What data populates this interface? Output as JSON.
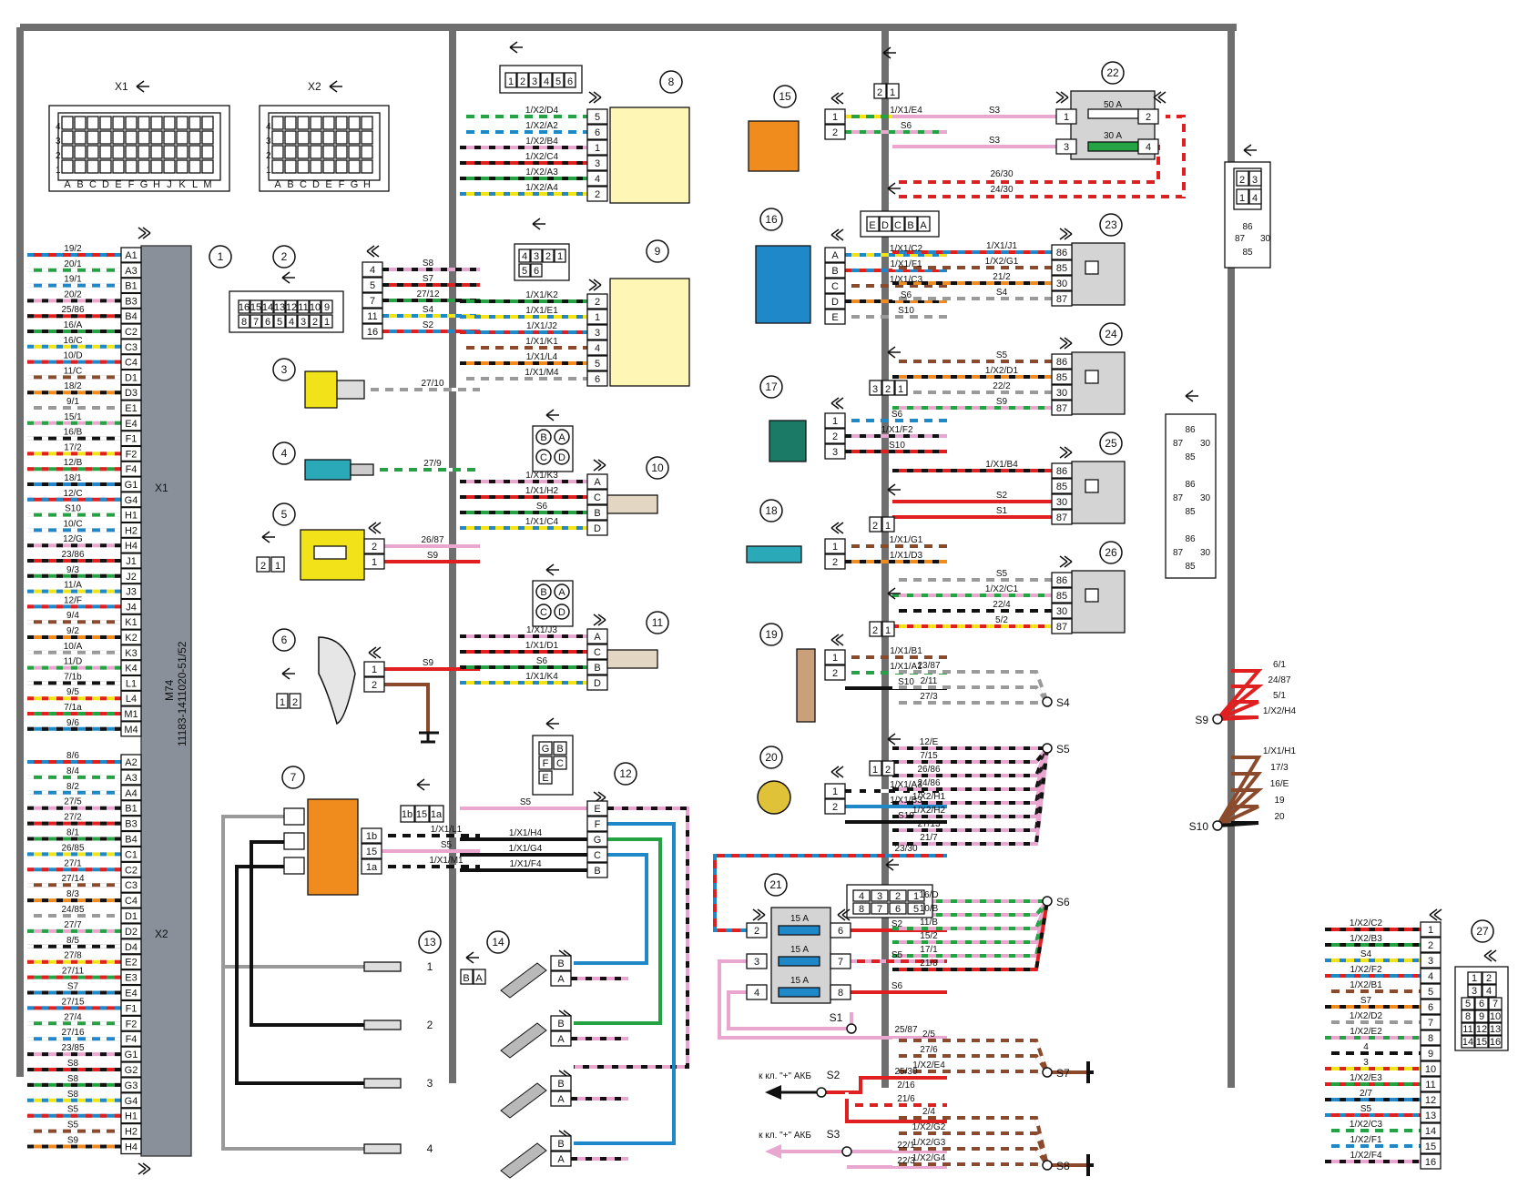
{
  "ecu": {
    "label_x1": "X1",
    "label_x2": "X2",
    "model": "M74",
    "part": "11183-1411020-51/52",
    "x1_row_nums": [
      "4",
      "3",
      "2",
      "1"
    ],
    "x1_cols": [
      "A",
      "B",
      "C",
      "D",
      "E",
      "F",
      "G",
      "H",
      "J",
      "K",
      "L",
      "M"
    ],
    "x2_cols": [
      "A",
      "B",
      "C",
      "D",
      "E",
      "F",
      "G",
      "H"
    ],
    "x1_pins": [
      "A1",
      "A3",
      "B1",
      "B3",
      "B4",
      "C2",
      "C3",
      "C4",
      "D1",
      "D3",
      "E1",
      "E4",
      "F1",
      "F2",
      "F4",
      "G1",
      "G4",
      "H1",
      "H2",
      "H4",
      "J1",
      "J2",
      "J3",
      "J4",
      "K1",
      "K2",
      "K3",
      "K4",
      "L1",
      "L4",
      "M1",
      "M4"
    ],
    "x1_wires": [
      "19/2",
      "20/1",
      "19/1",
      "20/2",
      "25/86",
      "16/A",
      "16/C",
      "10/D",
      "11/C",
      "18/2",
      "9/1",
      "15/1",
      "16/B",
      "17/2",
      "12/B",
      "18/1",
      "12/C",
      "S10",
      "10/C",
      "12/G",
      "23/86",
      "9/3",
      "11/A",
      "12/F",
      "9/4",
      "9/2",
      "10/A",
      "11/D",
      "7/1b",
      "9/5",
      "7/1a",
      "9/6"
    ],
    "x2_pins": [
      "A2",
      "A3",
      "A4",
      "B1",
      "B3",
      "B4",
      "C1",
      "C2",
      "C3",
      "C4",
      "D1",
      "D2",
      "D4",
      "E2",
      "E3",
      "E4",
      "F1",
      "F2",
      "F4",
      "G1",
      "G2",
      "G3",
      "G4",
      "H1",
      "H2",
      "H4"
    ],
    "x2_wires": [
      "8/6",
      "8/4",
      "8/2",
      "27/5",
      "27/2",
      "8/1",
      "26/85",
      "27/1",
      "27/14",
      "8/3",
      "24/85",
      "27/7",
      "8/5",
      "27/8",
      "27/11",
      "S7",
      "27/15",
      "27/4",
      "27/16",
      "23/85",
      "S8",
      "S8",
      "S8",
      "S5",
      "S5",
      "S9"
    ]
  },
  "components": {
    "c1": "1",
    "c2": "2",
    "c3": "3",
    "c4": "4",
    "c5": "5",
    "c6": "6",
    "c7": "7",
    "c8": "8",
    "c9": "9",
    "c10": "10",
    "c11": "11",
    "c12": "12",
    "c13": "13",
    "c14": "14",
    "c15": "15",
    "c16": "16",
    "c17": "17",
    "c18": "18",
    "c19": "19",
    "c20": "20",
    "c21": "21",
    "c22": "22",
    "c23": "23",
    "c24": "24",
    "c25": "25",
    "c26": "26",
    "c27": "27"
  },
  "c2": {
    "face": [
      "16",
      "15",
      "14",
      "13",
      "12",
      "11",
      "10",
      "9",
      "8",
      "7",
      "6",
      "5",
      "4",
      "3",
      "2",
      "1"
    ],
    "pins": [
      "4",
      "5",
      "7",
      "11",
      "16"
    ],
    "wires": [
      "S8",
      "S7",
      "27/12",
      "S4",
      "S2"
    ]
  },
  "c3": {
    "wire": "27/10"
  },
  "c4": {
    "wire": "27/9"
  },
  "c5": {
    "pins": [
      "2",
      "1"
    ],
    "wires": [
      "26/87",
      "S9"
    ],
    "face": [
      "2",
      "1"
    ]
  },
  "c6": {
    "pins": [
      "1",
      "2"
    ],
    "wires": [
      "S9"
    ],
    "face": [
      "1",
      "2"
    ]
  },
  "c7": {
    "pins": [
      "1b",
      "15",
      "1a"
    ],
    "wires": [
      "1/X1/L1",
      "S5",
      "1/X1/M1"
    ],
    "face": [
      "1b",
      "15",
      "1a"
    ]
  },
  "c8": {
    "face": [
      "1",
      "2",
      "3",
      "4",
      "5",
      "6"
    ],
    "pins": [
      "5",
      "6",
      "1",
      "3",
      "4",
      "2"
    ],
    "wires": [
      "1/X2/D4",
      "1/X2/A2",
      "1/X2/B4",
      "1/X2/C4",
      "1/X2/A3",
      "1/X2/A4"
    ]
  },
  "c9": {
    "face": [
      "4",
      "3",
      "2",
      "1",
      "5",
      "6"
    ],
    "pins": [
      "2",
      "1",
      "3",
      "4",
      "5",
      "6"
    ],
    "wires": [
      "1/X1/K2",
      "1/X1/E1",
      "1/X1/J2",
      "1/X1/K1",
      "1/X1/L4",
      "1/X1/M4"
    ]
  },
  "c10": {
    "face": [
      "B",
      "A",
      "C",
      "D"
    ],
    "pins": [
      "A",
      "C",
      "B",
      "D"
    ],
    "wires": [
      "1/X1/K3",
      "1/X1/H2",
      "S6",
      "1/X1/C4"
    ]
  },
  "c11": {
    "face": [
      "B",
      "A",
      "C",
      "D"
    ],
    "pins": [
      "A",
      "C",
      "B",
      "D"
    ],
    "wires": [
      "1/X1/J3",
      "1/X1/D1",
      "S6",
      "1/X1/K4"
    ]
  },
  "c12": {
    "face": [
      "G",
      "B",
      "F",
      "C",
      "E"
    ],
    "pins": [
      "E",
      "F",
      "G",
      "C",
      "B"
    ],
    "wires": [
      "S5",
      "1/X1/H4",
      "1/X1/G4",
      "1/X1/F4"
    ]
  },
  "c13": {
    "nums": [
      "1",
      "2",
      "3",
      "4"
    ]
  },
  "c14": {
    "face": [
      "B",
      "A"
    ],
    "pins": [
      "B",
      "A"
    ]
  },
  "c15": {
    "face": [
      "2",
      "1"
    ],
    "pins": [
      "1",
      "2"
    ],
    "wires": [
      "1/X1/E4",
      "S6"
    ]
  },
  "c16": {
    "face": [
      "E",
      "D",
      "C",
      "B",
      "A"
    ],
    "pins": [
      "A",
      "B",
      "C",
      "D",
      "E"
    ],
    "wires": [
      "1/X1/C2",
      "1/X1/F1",
      "1/X1/C3",
      "S6",
      "S10"
    ]
  },
  "c17": {
    "face": [
      "3",
      "2",
      "1"
    ],
    "pins": [
      "1",
      "2",
      "3"
    ],
    "wires": [
      "S6",
      "1/X1/F2",
      "S10"
    ]
  },
  "c18": {
    "face": [
      "2",
      "1"
    ],
    "pins": [
      "1",
      "2"
    ],
    "wires": [
      "1/X1/G1",
      "1/X1/D3"
    ]
  },
  "c19": {
    "face": [
      "2",
      "1"
    ],
    "pins": [
      "1",
      "2"
    ],
    "wires": [
      "1/X1/B1",
      "1/X1/A1",
      "S10"
    ]
  },
  "c20": {
    "face": [
      "1",
      "2"
    ],
    "pins": [
      "1",
      "2"
    ],
    "wires": [
      "1/X1/A3",
      "1/X1/B3",
      "S10"
    ]
  },
  "c21": {
    "face": [
      "4",
      "3",
      "2",
      "1",
      "8",
      "7",
      "6",
      "5"
    ],
    "fuse": "15 A",
    "left_pins": [
      "2",
      "3",
      "4"
    ],
    "right_pins": [
      "6",
      "7",
      "8"
    ],
    "wires": [
      "23/30",
      "S2",
      "S5",
      "S6",
      "25/87"
    ],
    "s1": "S1"
  },
  "c22": {
    "fuse1": "50 A",
    "fuse2": "30 A",
    "pins": [
      "1",
      "2",
      "3",
      "4"
    ],
    "wires": [
      "S3",
      "S3",
      "26/30",
      "24/30"
    ]
  },
  "relay": {
    "pins": [
      "86",
      "85",
      "30",
      "87"
    ],
    "r87": "87",
    "r30": "30",
    "r86": "86",
    "r85": "85",
    "face": [
      "2",
      "3",
      "1",
      "4"
    ]
  },
  "c23": {
    "wires": [
      "1/X1/J1",
      "1/X2/G1",
      "21/2",
      "S4"
    ]
  },
  "c24": {
    "wires": [
      "S5",
      "1/X2/D1",
      "22/2",
      "S9"
    ]
  },
  "c25": {
    "wires": [
      "1/X1/B4",
      "S2",
      "S1"
    ]
  },
  "c26": {
    "wires": [
      "S5",
      "1/X2/C1",
      "22/4",
      "5/2"
    ]
  },
  "splices": {
    "s4": {
      "label": "S4",
      "wires": [
        "23/87",
        "2/11",
        "27/3"
      ]
    },
    "s5": {
      "label": "S5",
      "wires": [
        "12/E",
        "7/15",
        "26/86",
        "24/86",
        "1/X2/H1",
        "1/X2/H2",
        "27/13",
        "21/7"
      ]
    },
    "s6": {
      "label": "S6",
      "wires": [
        "16/D",
        "10/B",
        "11/B",
        "15/2",
        "17/1",
        "21/8"
      ]
    },
    "s7": {
      "label": "S7",
      "wires": [
        "2/5",
        "27/6",
        "1/X2/E4"
      ]
    },
    "s8": {
      "label": "S8",
      "wires": [
        "2/4",
        "1/X2/G2",
        "1/X2/G3",
        "1/X2/G4"
      ]
    },
    "s9": {
      "label": "S9",
      "wires": [
        "6/1",
        "24/87",
        "5/1",
        "1/X2/H4"
      ]
    },
    "s10": {
      "label": "S10",
      "wires": [
        "1/X1/H1",
        "17/3",
        "16/E",
        "19",
        "20"
      ]
    },
    "s2": {
      "label": "S2",
      "wires": [
        "25/30",
        "2/16",
        "21/6"
      ],
      "text": "к кл. \"+\" АКБ"
    },
    "s3": {
      "label": "S3",
      "wires": [
        "22/1",
        "22/3"
      ],
      "text": "к кл. \"+\" АКБ"
    }
  },
  "c27": {
    "wires": [
      "1/X2/C2",
      "1/X2/B3",
      "S4",
      "1/X2/F2",
      "1/X2/B1",
      "S7",
      "1/X2/D2",
      "1/X2/E2",
      "4",
      "3",
      "1/X2/E3",
      "2/7",
      "S5",
      "1/X2/C3",
      "1/X2/F1",
      "1/X2/F4"
    ],
    "pins": [
      "1",
      "2",
      "3",
      "4",
      "5",
      "6",
      "7",
      "8",
      "9",
      "10",
      "11",
      "12",
      "13",
      "14",
      "15",
      "16"
    ],
    "face": [
      "1",
      "2",
      "3",
      "4",
      "5",
      "6",
      "7",
      "8",
      "9",
      "10",
      "11",
      "12",
      "13",
      "14",
      "15",
      "16"
    ]
  },
  "colors": {
    "frame": "#6f6f6f",
    "box": "#fdf6b5",
    "ecu": "#8a9099",
    "relay": "#d4d4d4",
    "red": "#e02020",
    "blue": "#1e88c8",
    "green": "#25a244",
    "pink": "#e9a6cf",
    "brown": "#8b4a2b",
    "yellow": "#f2e21a",
    "gray": "#9a9a9a",
    "black": "#111111",
    "orange": "#f08c1e",
    "white": "#ffffff"
  }
}
